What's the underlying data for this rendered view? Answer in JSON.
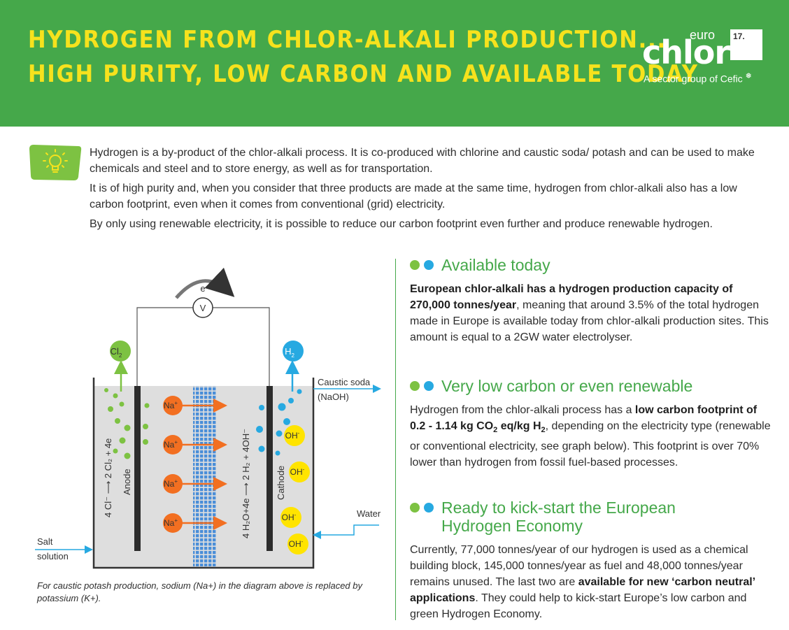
{
  "header": {
    "title_line1": "HYDROGEN FROM CHLOR-ALKALI PRODUCTION...",
    "title_line2": "HIGH PURITY, LOW CARBON AND AVAILABLE TODAY",
    "logo": {
      "euro": "euro",
      "chlor": "chlor",
      "badge": "17.",
      "tagline": "A sector group of Cefic"
    },
    "colors": {
      "background": "#45a84a",
      "title": "#f6e21d"
    }
  },
  "intro": {
    "icon": "lightbulb-icon",
    "paragraphs": [
      "Hydrogen is a by-product of the chlor-alkali process. It is co-produced with chlorine and caustic soda/ potash and can be used to make chemicals and steel and to store energy, as well as for transportation.",
      "It is of high purity and, when you consider that three products are made at the same time, hydrogen from chlor-alkali also has a low carbon footprint, even when it comes from conventional (grid) electricity.",
      "By only using renewable electricity, it is possible to reduce our carbon footprint even further and produce renewable hydrogen."
    ]
  },
  "diagram": {
    "electron": "e",
    "voltmeter": "V",
    "cl2": "Cl",
    "cl2_sub": "2",
    "h2": "H",
    "h2_sub": "2",
    "caustic_line1": "Caustic soda",
    "caustic_line2": "(NaOH)",
    "water": "Water",
    "salt_line1": "Salt",
    "salt_line2": "solution",
    "anode": "Anode",
    "cathode": "Cathode",
    "anode_reaction": "4 Cl⁻ ⟶ 2 Cl₂ + 4e",
    "cathode_reaction": "4 H₂O+4e ⟶ 2 H₂ + 4OH⁻",
    "na_ion": "Na",
    "oh_ion": "OH",
    "ion_sup": "+",
    "oh_sup": "-",
    "colors": {
      "green": "#7dc242",
      "blue": "#27a9e1",
      "orange": "#f26f21",
      "yellow": "#ffe400",
      "tank": "#dedede"
    }
  },
  "caption": "For caustic potash production, sodium (Na+) in the diagram above is replaced by potassium (K+).",
  "sections": [
    {
      "title": "Available today",
      "bold": "European chlor-alkali has a hydrogen production capacity of 270,000 tonnes/year",
      "rest": ", meaning that around 3.5% of the total hydrogen made in Europe is available today from chlor-alkali production sites. This amount is equal to a 2GW water electrolyser."
    },
    {
      "title": "Very low carbon or even renewable",
      "pre": "Hydrogen from the chlor-alkali process has a ",
      "bold1": "low carbon footprint of 0.2 - 1.14 kg CO",
      "sub1": "2",
      "bold2": " eq/kg H",
      "sub2": "2",
      "rest": ", depending on the electricity type (renewable or conventional electricity, see graph below). This footprint is over 70% lower than hydrogen from fossil fuel-based processes."
    },
    {
      "title_line1": "Ready to kick-start the European",
      "title_line2": "Hydrogen Economy",
      "pre": "Currently, 77,000 tonnes/year of our hydrogen is used as a chemical building block, 145,000 tonnes/year as fuel and 48,000 tonnes/year remains unused. The last two are ",
      "bold": "available for new ‘carbon neutral’ applications",
      "rest": ". They could help to kick-start Europe’s low carbon and green Hydrogen Economy."
    }
  ]
}
